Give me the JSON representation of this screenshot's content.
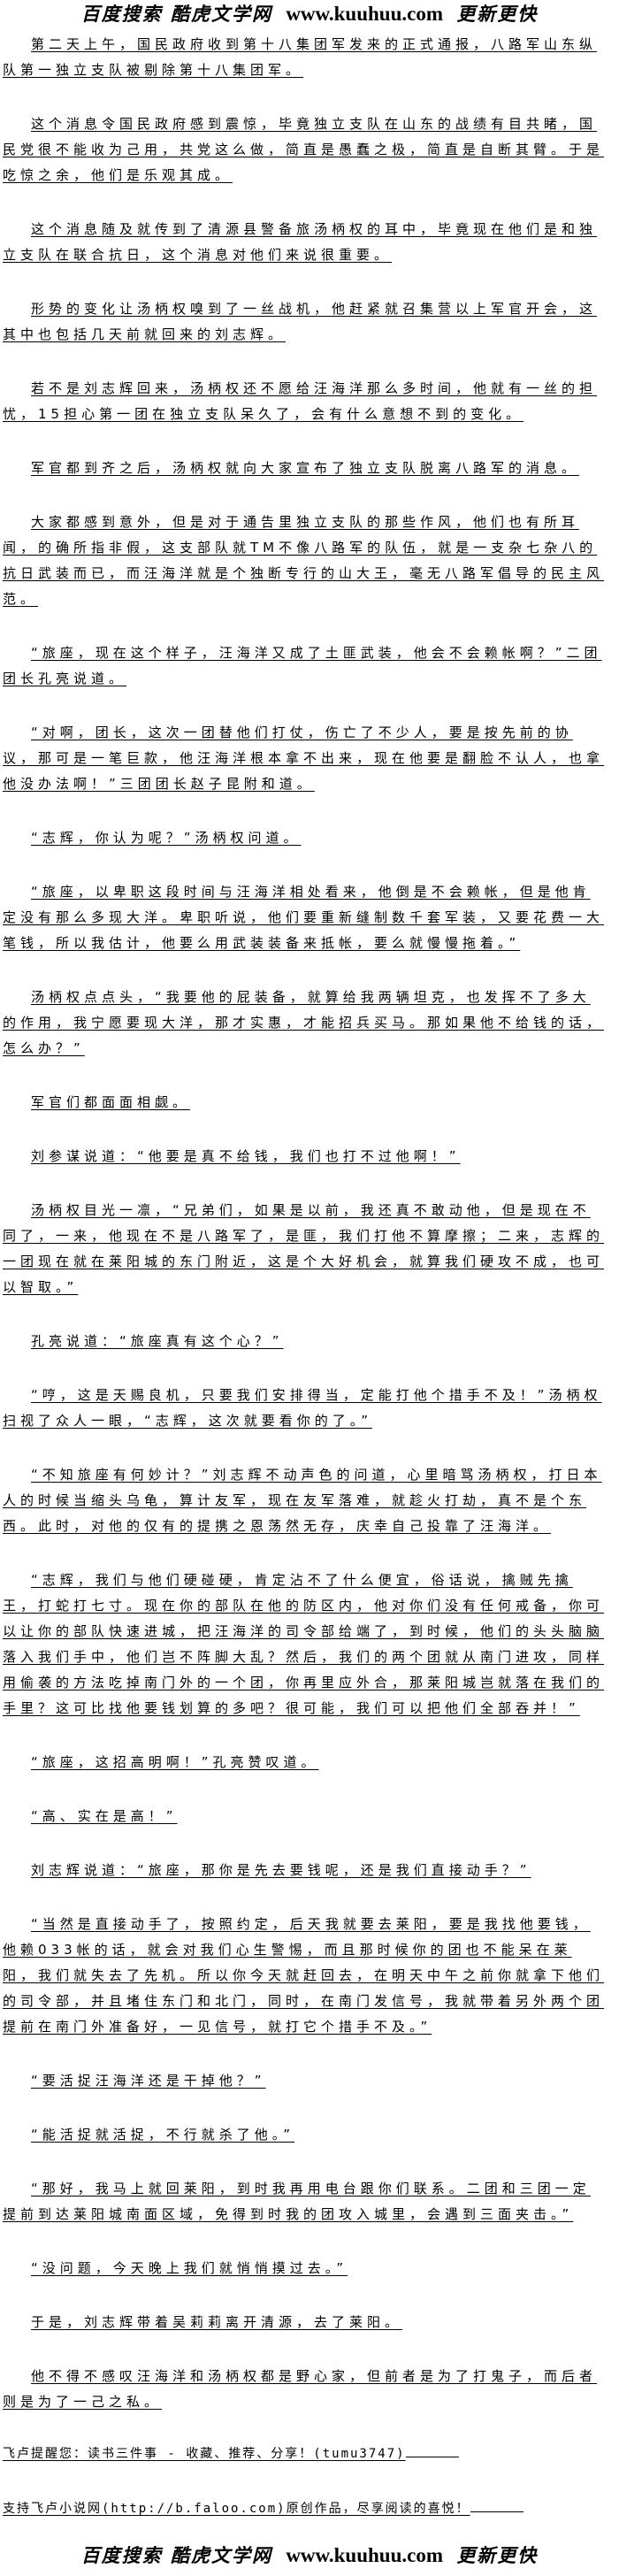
{
  "banner": {
    "site_cn": "百度搜索 酷虎文学网",
    "url": "www.kuuhuu.com",
    "slogan": "更新更快"
  },
  "paragraphs": [
    "第二天上午，国民政府收到第十八集团军发来的正式通报，八路军山东纵队第一独立支队被剔除第十八集团军。",
    "这个消息令国民政府感到震惊，毕竟独立支队在山东的战绩有目共睹，国民党很不能收为己用，共党这么做，简直是愚蠢之极，简直是自断其臂。于是吃惊之余，他们是乐观其成。",
    "这个消息随及就传到了清源县警备旅汤柄权的耳中，毕竟现在他们是和独立支队在联合抗日，这个消息对他们来说很重要。",
    "形势的变化让汤柄权嗅到了一丝战机，他赶紧就召集营以上军官开会，这其中也包括几天前就回来的刘志辉。",
    "若不是刘志辉回来，汤柄权还不愿给汪海洋那么多时间，他就有一丝的担忧，15担心第一团在独立支队呆久了，会有什么意想不到的变化。",
    "军官都到齐之后，汤柄权就向大家宣布了独立支队脱离八路军的消息。",
    "大家都感到意外，但是对于通告里独立支队的那些作风，他们也有所耳闻，的确所指非假，这支部队就TM不像八路军的队伍，就是一支杂七杂八的抗日武装而已，而汪海洋就是个独断专行的山大王，毫无八路军倡导的民主风范。",
    "“旅座，现在这个样子，汪海洋又成了土匪武装，他会不会赖帐啊？”二团团长孔亮说道。",
    "“对啊，团长，这次一团替他们打仗，伤亡了不少人，要是按先前的协议，那可是一笔巨款，他汪海洋根本拿不出来，现在他要是翻脸不认人，也拿他没办法啊！”三团团长赵子昆附和道。",
    "“志辉，你认为呢？”汤柄权问道。",
    "“旅座，以卑职这段时间与汪海洋相处看来，他倒是不会赖帐，但是他肯定没有那么多现大洋。卑职听说，他们要重新缝制数千套军装，又要花费一大笔钱，所以我估计，他要么用武装装备来抵帐，要么就慢慢拖着。”",
    "汤柄权点点头，“我要他的屁装备，就算给我两辆坦克，也发挥不了多大的作用，我宁愿要现大洋，那才实惠，才能招兵买马。那如果他不给钱的话，怎么办？”",
    "军官们都面面相觑。",
    "刘参谋说道：“他要是真不给钱，我们也打不过他啊！”",
    "汤柄权目光一凛，“兄弟们，如果是以前，我还真不敢动他，但是现在不同了，一来，他现在不是八路军了，是匪，我们打他不算摩擦；二来，志辉的一团现在就在莱阳城的东门附近，这是个大好机会，就算我们硬攻不成，也可以智取。”",
    "孔亮说道：“旅座真有这个心？”",
    "“哼，这是天赐良机，只要我们安排得当，定能打他个措手不及！”汤柄权扫视了众人一眼，“志辉，这次就要看你的了。”",
    "“不知旅座有何妙计？”刘志辉不动声色的问道，心里暗骂汤柄权，打日本人的时候当缩头乌龟，算计友军，现在友军落难，就趁火打劫，真不是个东西。此时，对他的仅有的提携之恩荡然无存，庆幸自己投靠了汪海洋。",
    "“志辉，我们与他们硬碰硬，肯定沾不了什么便宜，俗话说，擒贼先擒王，打蛇打七寸。现在你的部队在他的防区内，他对你们没有任何戒备，你可以让你的部队快速进城，把汪海洋的司令部给端了，到时候，他们的头头脑脑落入我们手中，他们岂不阵脚大乱？然后，我们的两个团就从南门进攻，同样用偷袭的方法吃掉南门外的一个团，你再里应外合，那莱阳城岂就落在我们的手里？这可比找他要钱划算的多吧？很可能，我们可以把他们全部吞并！”",
    "“旅座，这招高明啊！”孔亮赞叹道。",
    "“高、实在是高！”",
    "刘志辉说道：“旅座，那你是先去要钱呢，还是我们直接动手？”",
    "“当然是直接动手了，按照约定，后天我就要去莱阳，要是我找他要钱，他赖033帐的话，就会对我们心生警惕，而且那时候你的团也不能呆在莱阳，我们就失去了先机。所以你今天就赶回去，在明天中午之前你就拿下他们的司令部，并且堵住东门和北门，同时，在南门发信号，我就带着另外两个团提前在南门外准备好，一见信号，就打它个措手不及。”",
    "“要活捉汪海洋还是干掉他？”",
    "“能活捉就活捉，不行就杀了他。”",
    "“那好，我马上就回莱阳，到时我再用电台跟你们联系。二团和三团一定提前到达莱阳城南面区域，免得到时我的团攻入城里，会遇到三面夹击。”",
    "“没问题，今天晚上我们就悄悄摸过去。”",
    "于是，刘志辉带着吴莉莉离开清源，去了莱阳。",
    "他不得不感叹汪海洋和汤柄权都是野心家，但前者是为了打鬼子，而后者则是为了一己之私。"
  ],
  "footer": {
    "reminder": "飞卢提醒您：读书三件事 - 收藏、推荐、分享！(tumu3747)",
    "support": "支持飞卢小说网(http://b.faloo.com)原创作品，尽享阅读的喜悦！"
  }
}
